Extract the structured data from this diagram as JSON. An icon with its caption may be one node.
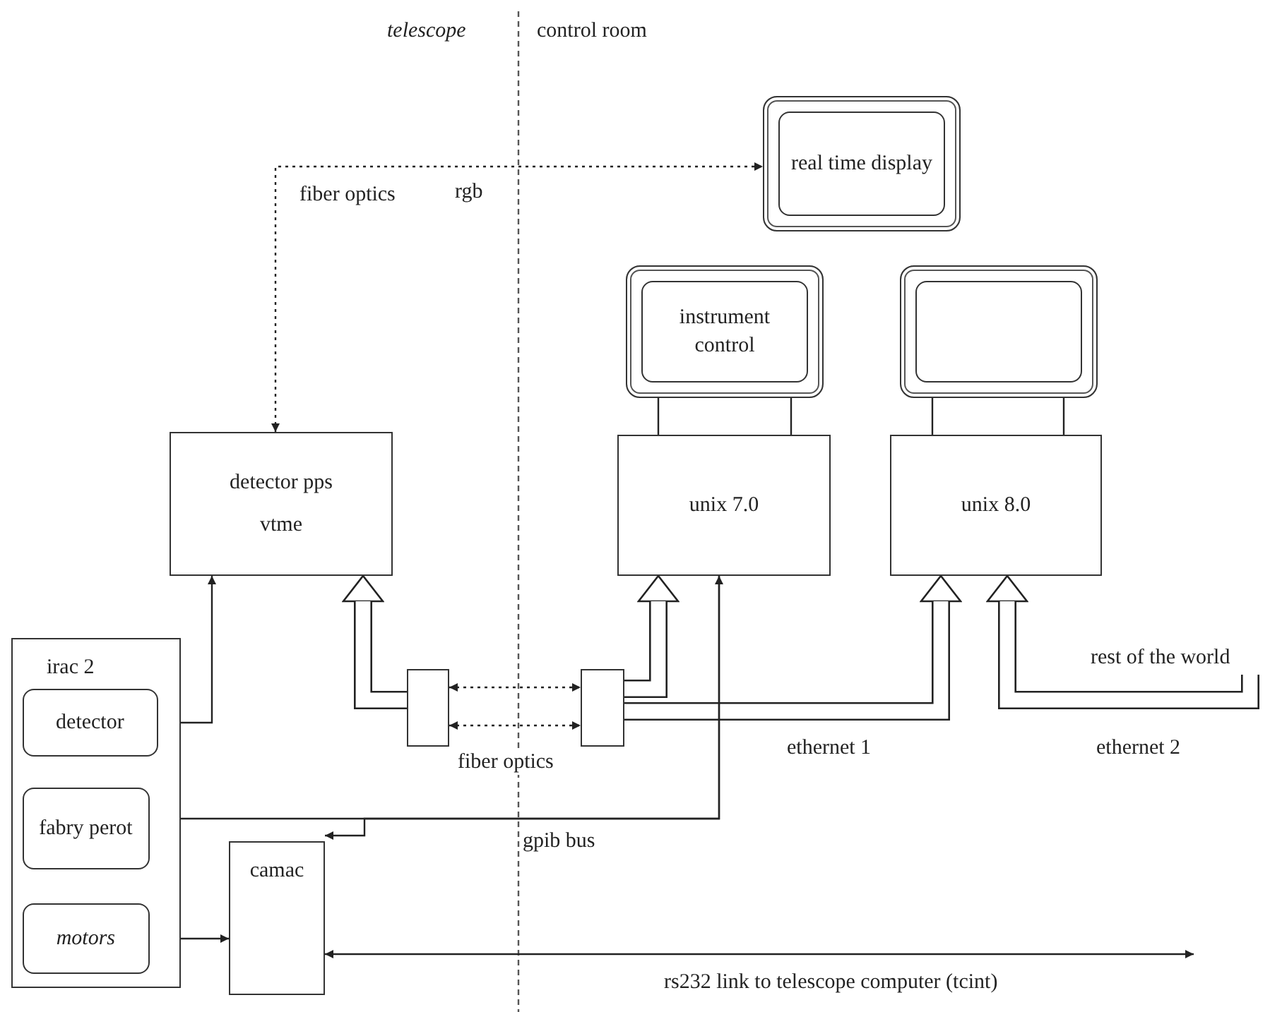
{
  "diagram": {
    "nodes": [
      {
        "text": [
          "real time display"
        ]
      },
      {
        "text": [
          "instrument control"
        ]
      },
      {
        "text": [],
        "shape": "box"
      },
      {
        "text": [
          "detector pps",
          "vtme"
        ]
      },
      {
        "text": [
          "unix 7.0"
        ]
      },
      {
        "text": [
          "unix 8.0"
        ]
      },
      {
        "text": [
          "irac 2"
        ]
      },
      {
        "text": [
          "detector"
        ],
        "in": 6
      },
      {
        "text": [
          "fabry perot"
        ],
        "in": 6
      },
      {
        "text": [
          "motors"
        ],
        "in": 6
      },
      {
        "text": [
          "camac"
        ]
      },
      {
        "text": [],
        "shape": "box"
      },
      {
        "text": [],
        "shape": "box"
      },
      {
        "text": [
          "rest of the world"
        ]
      }
    ],
    "edges": [
      {
        "from": 3,
        "to": 0,
        "arrow": "both",
        "style": "dashed",
        "label": "fiber optics"
      },
      {
        "from": 3,
        "to": 7,
        "arrow": "both"
      },
      {
        "from": 11,
        "to": 3,
        "arrow": "to",
        "style": "thick"
      },
      {
        "from": 11,
        "to": 12,
        "arrow": "both",
        "style": "dashed"
      },
      {
        "from": 11,
        "to": 12,
        "arrow": "both",
        "style": "dashed",
        "label": "fiber optics"
      },
      {
        "from": 12,
        "to": 4,
        "arrow": "to",
        "style": "thick"
      },
      {
        "from": 12,
        "to": 5,
        "arrow": "to",
        "style": "thick",
        "label": "ethernet 1"
      },
      {
        "from": 13,
        "to": 5,
        "arrow": "to",
        "style": "thick",
        "label": "ethernet 2"
      },
      {
        "from": 4,
        "to": 8,
        "arrow": "both",
        "label": "gpib bus"
      },
      {
        "from": 4,
        "to": 10,
        "arrow": "to"
      },
      {
        "from": 9,
        "to": 10,
        "arrow": "both"
      },
      {
        "from": 10,
        "to": null,
        "arrow": "both",
        "label": "rs232 link to telescope computer (tcint)"
      },
      {
        "from": 1,
        "to": 4,
        "arrow": "none"
      },
      {
        "from": 1,
        "to": 4,
        "arrow": "none"
      },
      {
        "from": 2,
        "to": 5,
        "arrow": "none"
      },
      {
        "from": 2,
        "to": 5,
        "arrow": "none"
      }
    ],
    "labels": [
      "telescope",
      "control room",
      "rgb"
    ]
  }
}
